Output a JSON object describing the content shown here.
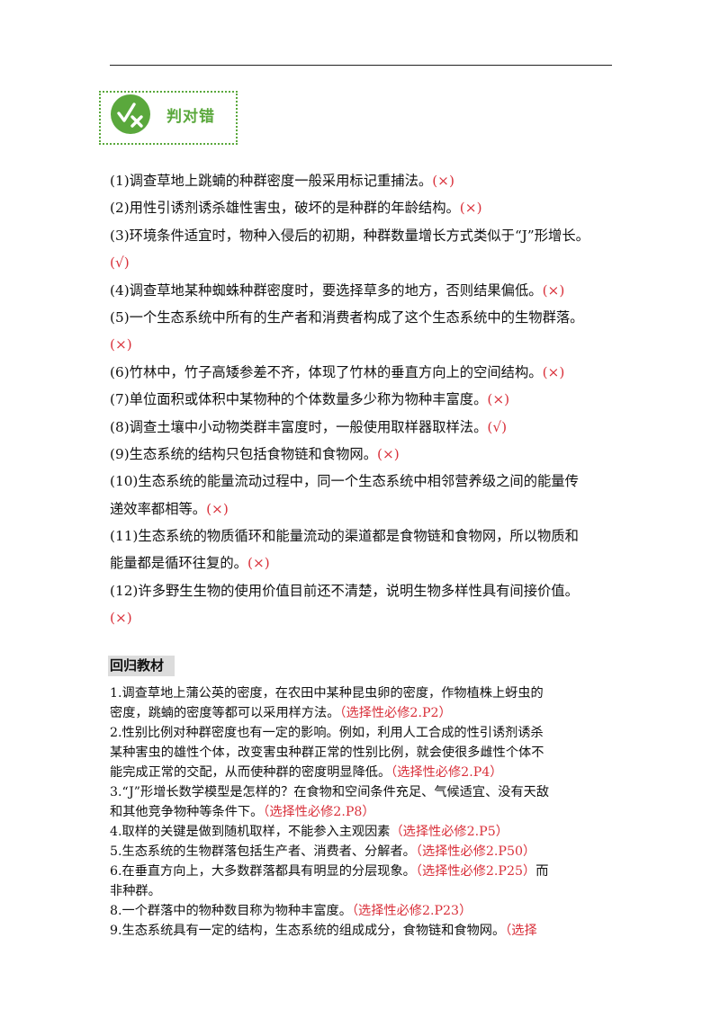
{
  "badge": {
    "title": "判对错",
    "icon": "check-cross-icon",
    "accent": "#5aa83c"
  },
  "answer_color": "#d9303a",
  "tf_lines": [
    [
      {
        "t": "(1)调查草地上跳蝻的种群密度一般采用标记重捕法。"
      },
      {
        "t": "(×)",
        "a": 1
      }
    ],
    [
      {
        "t": "(2)用性引诱剂诱杀雄性害虫，破坏的是种群的年龄结构。"
      },
      {
        "t": "(×)",
        "a": 1
      }
    ],
    [
      {
        "t": "(3)环境条件适宜时，物种入侵后的初期，种群数量增长方式类似于“J”形增长。"
      }
    ],
    [
      {
        "t": "(√)",
        "a": 1
      }
    ],
    [
      {
        "t": "(4)调查草地某种蜘蛛种群密度时，要选择草多的地方，否则结果偏低。"
      },
      {
        "t": "(×)",
        "a": 1
      }
    ],
    [
      {
        "t": "(5)一个生态系统中所有的生产者和消费者构成了这个生态系统中的生物群落。"
      }
    ],
    [
      {
        "t": "(×)",
        "a": 1
      }
    ],
    [
      {
        "t": "(6)竹林中，竹子高矮参差不齐，体现了竹林的垂直方向上的空间结构。"
      },
      {
        "t": "(×)",
        "a": 1
      }
    ],
    [
      {
        "t": "(7)单位面积或体积中某物种的个体数量多少称为物种丰富度。"
      },
      {
        "t": "(×)",
        "a": 1
      }
    ],
    [
      {
        "t": "(8)调查土壤中小动物类群丰富度时，一般使用取样器取样法。"
      },
      {
        "t": "(√)",
        "a": 1
      }
    ],
    [
      {
        "t": "(9)生态系统的结构只包括食物链和食物网。"
      },
      {
        "t": "(×)",
        "a": 1
      }
    ],
    [
      {
        "t": "(10)生态系统的能量流动过程中，同一个生态系统中相邻营养级之间的能量传"
      }
    ],
    [
      {
        "t": "递效率都相等。"
      },
      {
        "t": "(×)",
        "a": 1
      }
    ],
    [
      {
        "t": "(11)生态系统的物质循环和能量流动的渠道都是食物链和食物网，所以物质和"
      }
    ],
    [
      {
        "t": "能量都是循环往复的。"
      },
      {
        "t": "(×)",
        "a": 1
      }
    ],
    [
      {
        "t": "(12)许多野生生物的使用价值目前还不清楚，说明生物多样性具有间接价值。"
      }
    ],
    [
      {
        "t": "(×)",
        "a": 1
      }
    ]
  ],
  "review_title": "回归教材",
  "review_lines": [
    [
      {
        "t": "1.调查草地上蒲公英的密度，在农田中某种昆虫卵的密度，作物植株上蚜虫的"
      }
    ],
    [
      {
        "t": "密度，跳蝻的密度等都可以采用样方法。"
      },
      {
        "t": "（选择性必修2.P2）",
        "a": 1
      }
    ],
    [
      {
        "t": "2.性别比例对种群密度也有一定的影响。例如，利用人工合成的性引诱剂诱杀"
      }
    ],
    [
      {
        "t": "某种害虫的雄性个体，改变害虫种群正常的性别比例，就会使很多雌性个体不"
      }
    ],
    [
      {
        "t": "能完成正常的交配，从而使种群的密度明显降低。"
      },
      {
        "t": "（选择性必修2.P4）",
        "a": 1
      }
    ],
    [
      {
        "t": "3.“J”形增长数学模型是怎样的？在食物和空间条件充足、气候适宜、没有天敌"
      }
    ],
    [
      {
        "t": "和其他竞争物种等条件下。"
      },
      {
        "t": "（选择性必修2.P8）",
        "a": 1
      }
    ],
    [
      {
        "t": "4.取样的关键是做到随机取样，不能参入主观因素"
      },
      {
        "t": "（选择性必修2.P5）",
        "a": 1
      }
    ],
    [
      {
        "t": "5.生态系统的生物群落包括生产者、消费者、分解者。"
      },
      {
        "t": "（选择性必修2.P50）",
        "a": 1
      }
    ],
    [
      {
        "t": "6.在垂直方向上，大多数群落都具有明显的分层现象。"
      },
      {
        "t": "（选择性必修2.P25）",
        "a": 1
      },
      {
        "t": "而"
      }
    ],
    [
      {
        "t": "非种群。"
      }
    ],
    [
      {
        "t": "8.一个群落中的物种数目称为物种丰富度。"
      },
      {
        "t": "（选择性必修2.P23）",
        "a": 1
      }
    ],
    [
      {
        "t": "9.生态系统具有一定的结构，生态系统的组成成分，食物链和食物网。"
      },
      {
        "t": "（选择",
        "a": 1
      }
    ]
  ]
}
